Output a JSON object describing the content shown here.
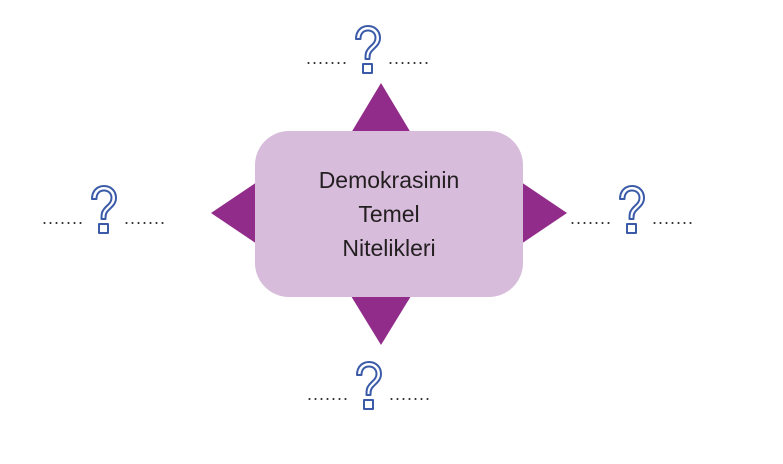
{
  "center": {
    "lines": [
      "Demokrasinin",
      "Temel",
      "Nitelikleri"
    ]
  },
  "placeholders": {
    "top": {
      "left_dots": ".......",
      "right_dots": "......."
    },
    "left": {
      "left_dots": ".......",
      "right_dots": "......."
    },
    "right": {
      "left_dots": ".......",
      "right_dots": "......."
    },
    "bottom": {
      "left_dots": ".......",
      "right_dots": "......."
    }
  },
  "icons": {
    "placeholder_icon": "question-mark-icon"
  },
  "colors": {
    "arrow": "#922c8a",
    "box_fill": "#d7bcdb",
    "question_stroke": "#3b5ba9"
  }
}
